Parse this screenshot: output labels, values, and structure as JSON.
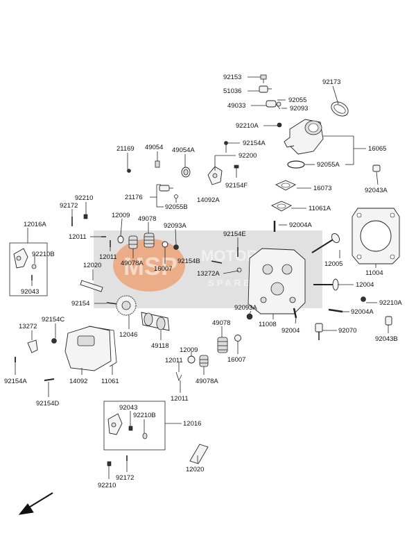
{
  "watermark": {
    "logo": "MSP",
    "line1": "MOTOR",
    "line2": "SPARES",
    "color": "#c8c8c8",
    "accent": "#f08a4b"
  },
  "direction_arrow": "front-arrow-icon",
  "labels": {
    "l92153": "92153",
    "l51036": "51036",
    "l92055": "92055",
    "l49033": "49033",
    "l92093": "92093",
    "l92173": "92173",
    "l92210A_1": "92210A",
    "l92154A_1": "92154A",
    "l92200": "92200",
    "l16065": "16065",
    "l21169": "21169",
    "l49054": "49054",
    "l49054A": "49054A",
    "l92055A": "92055A",
    "l92043A_1": "92043A",
    "l21176": "21176",
    "l92055B": "92055B",
    "l14092A": "14092A",
    "l92154F": "92154F",
    "l16073": "16073",
    "l92210_1": "92210",
    "l92172_1": "92172",
    "l11061A": "11061A",
    "l12016A": "12016A",
    "l12009_1": "12009",
    "l49078_1": "49078",
    "l92093A_1": "92093A",
    "l92004A_1": "92004A",
    "l12011_a": "12011",
    "l92154E": "92154E",
    "l12011_b": "12011",
    "l49078A_1": "49078A",
    "l92210B_1": "92210B",
    "l12020_1": "12020",
    "l16007_1": "16007",
    "l92154B": "92154B",
    "l12005": "12005",
    "l11004": "11004",
    "l13272A": "13272A",
    "l92043_1": "92043",
    "l12004": "12004",
    "l92154_1": "92154",
    "l92210A_2": "92210A",
    "l92093A_2": "92093A",
    "l92004A_2": "92004A",
    "l11008": "11008",
    "l92004": "92004",
    "l92070": "92070",
    "l13272": "13272",
    "l92154C": "92154C",
    "l12046": "12046",
    "l49078_2": "49078",
    "l92043B": "92043B",
    "l49118": "49118",
    "l16007_2": "16007",
    "l12009_2": "12009",
    "l12011_c": "12011",
    "l49078A_2": "49078A",
    "l92154A_2": "92154A",
    "l14092": "14092",
    "l11061": "11061",
    "l12011_d": "12011",
    "l92154D": "92154D",
    "l92043_2": "92043",
    "l92210B_2": "92210B",
    "l12016": "12016",
    "l12020_2": "12020",
    "l92210_2": "92210",
    "l92172_2": "92172"
  }
}
